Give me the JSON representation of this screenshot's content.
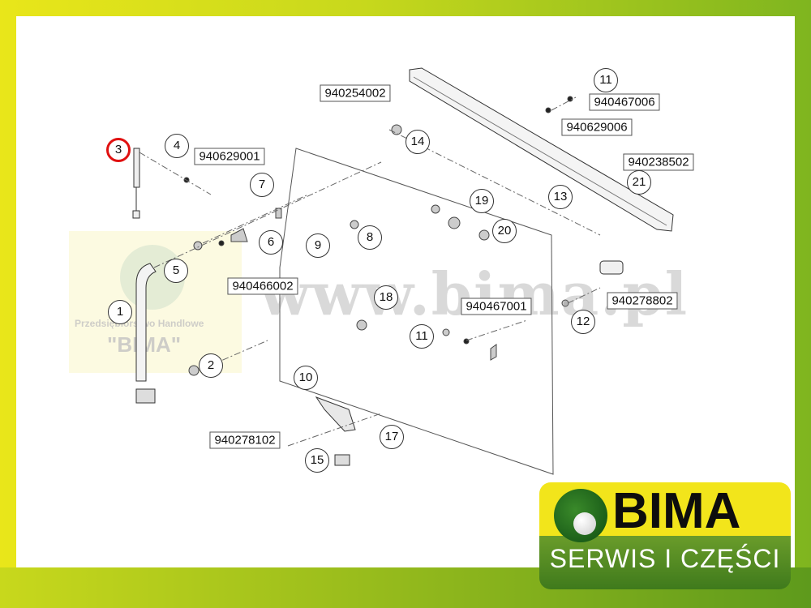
{
  "watermark": {
    "url": "www.bima.pl",
    "company_line": "Przedsiębiorstwo Handlowe",
    "company_name": "\"BIMA\""
  },
  "logo": {
    "brand": "BIMA",
    "tagline": "SERWIS I CZĘŚCI",
    "colors": {
      "yellow": "#f2e51b",
      "green": "#4f8a22"
    }
  },
  "callouts": [
    "1",
    "2",
    "3",
    "4",
    "5",
    "6",
    "7",
    "8",
    "9",
    "10",
    "11",
    "11",
    "12",
    "13",
    "14",
    "15",
    "17",
    "18",
    "19",
    "20",
    "21"
  ],
  "highlighted_callout": "3",
  "part_numbers": [
    "940254002",
    "940467006",
    "940629006",
    "940238502",
    "940629001",
    "940466002",
    "940467001",
    "940278802",
    "940278102"
  ]
}
